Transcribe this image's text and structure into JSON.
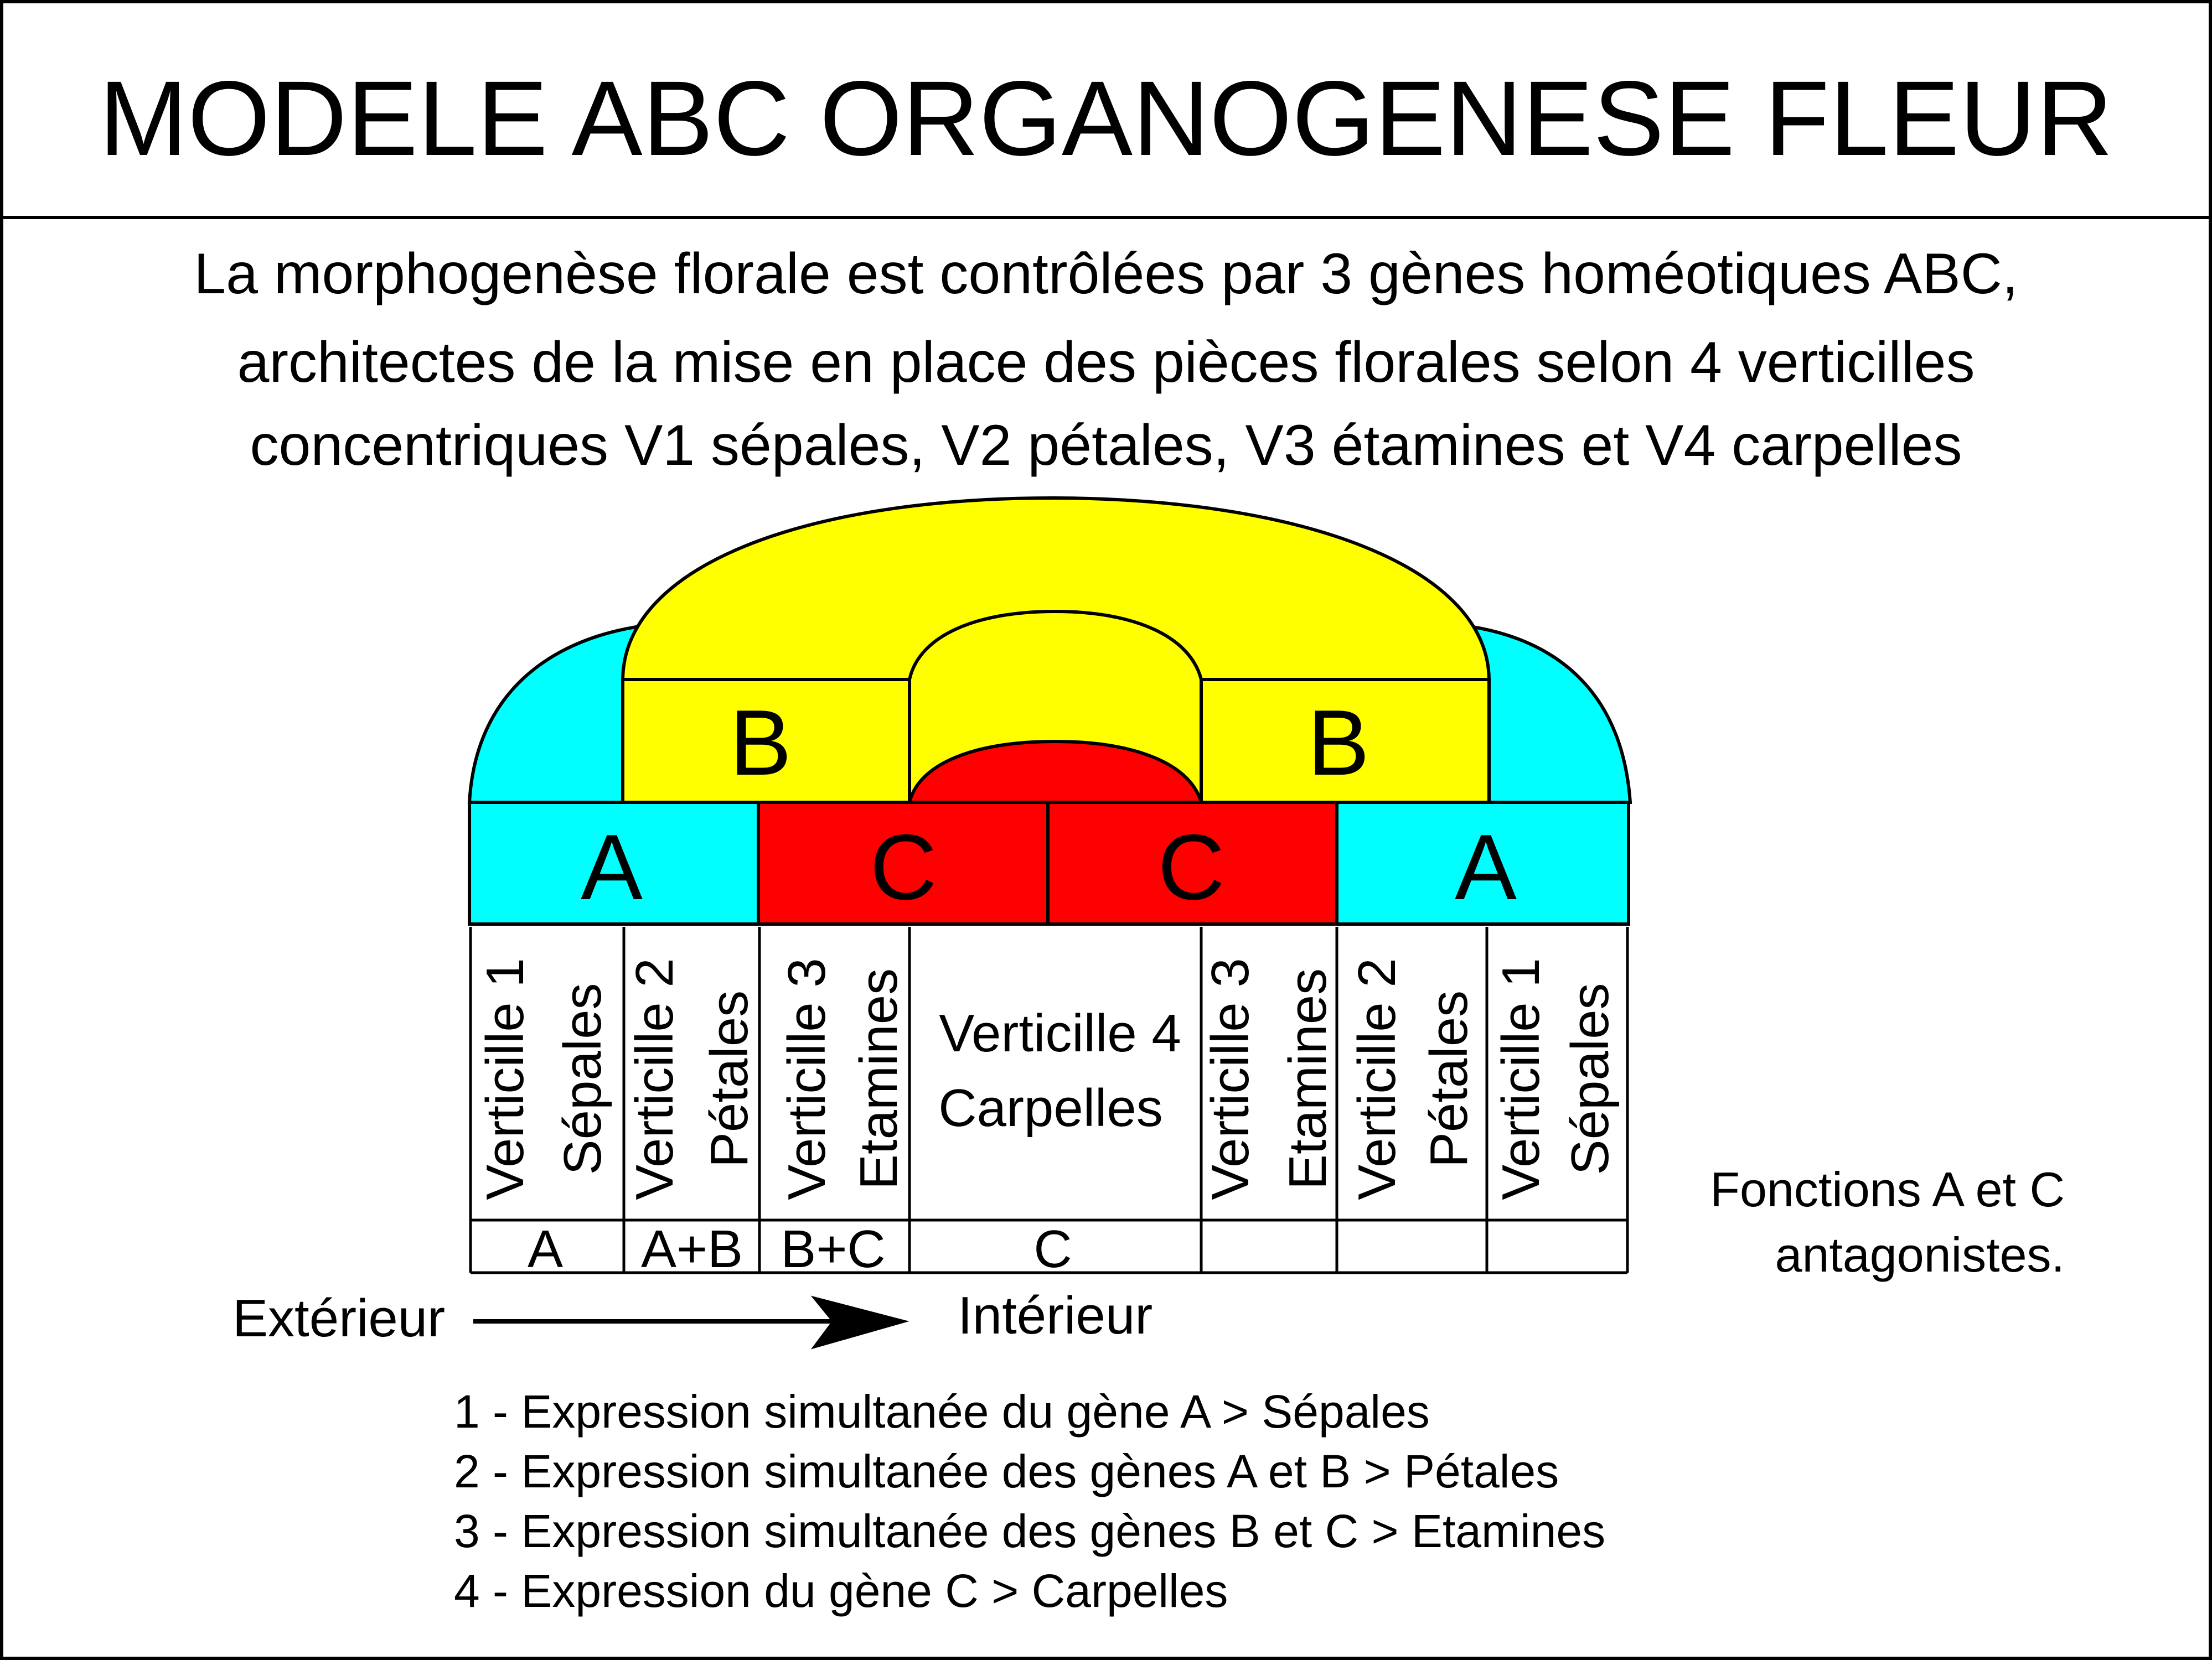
{
  "title": "MODELE ABC ORGANOGENESE FLEUR",
  "intro_lines": [
    "La morphogenèse florale est contrôlées par 3 gènes homéotiques ABC,",
    "architectes de la mise en place des pièces florales selon 4 verticilles",
    "concentriques V1 sépales, V2 pétales, V3 étamines et V4 carpelles"
  ],
  "colors": {
    "gene_a": "#00ffff",
    "gene_b": "#ffff00",
    "gene_c": "#ff0000",
    "line": "#000000",
    "background": "#ffffff"
  },
  "zones": {
    "a_left": "A",
    "c_left": "C",
    "c_right": "C",
    "a_right": "A",
    "b_left": "B",
    "b_right": "B"
  },
  "columns": {
    "v1_left": {
      "line1": "Verticille 1",
      "line2": "Sépales",
      "genes": "A"
    },
    "v2_left": {
      "line1": "Verticille 2",
      "line2": "Pétales",
      "genes": "A+B"
    },
    "v3_left": {
      "line1": "Verticille 3",
      "line2": "Etamines",
      "genes": "B+C"
    },
    "v4": {
      "line1": "Verticille 4",
      "line2": "Carpelles",
      "genes": "C"
    },
    "v3_right": {
      "line1": "Verticille 3",
      "line2": "Etamines",
      "genes": ""
    },
    "v2_right": {
      "line1": "Verticille 2",
      "line2": "Pétales",
      "genes": ""
    },
    "v1_right": {
      "line1": "Verticille 1",
      "line2": "Sépales",
      "genes": ""
    }
  },
  "arrow": {
    "from": "Extérieur",
    "to": "Intérieur"
  },
  "note": [
    "Fonctions A et C",
    "antagonistes."
  ],
  "legend": [
    "1 - Expression simultanée du gène A > Sépales",
    "2 - Expression simultanée des gènes A et B > Pétales",
    "3 - Expression simultanée des gènes B et C > Etamines",
    "4 - Expression du gène C > Carpelles"
  ]
}
